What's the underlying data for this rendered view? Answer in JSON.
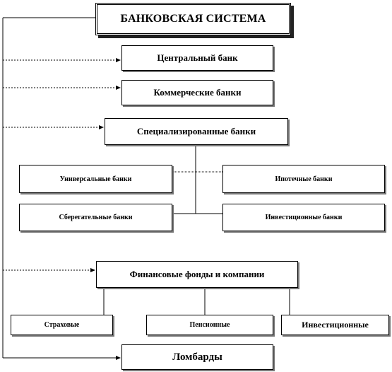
{
  "diagram": {
    "title": "БАНКОВСКАЯ СИСТЕМА",
    "central_bank": "Центральный банк",
    "commercial_banks": "Коммерческие банки",
    "specialized_banks": "Специализированные банки",
    "universal_banks": "Универсальные банки",
    "mortgage_banks": "Ипотечные банки",
    "savings_banks": "Сберегательные банки",
    "investment_banks": "Инвестиционные банки",
    "financial_funds": "Финансовые фонды и компании",
    "insurance": "Страховые",
    "pension": "Пенсионные",
    "investment": "Инвестиционные",
    "pawnshops": "Ломбарды"
  }
}
